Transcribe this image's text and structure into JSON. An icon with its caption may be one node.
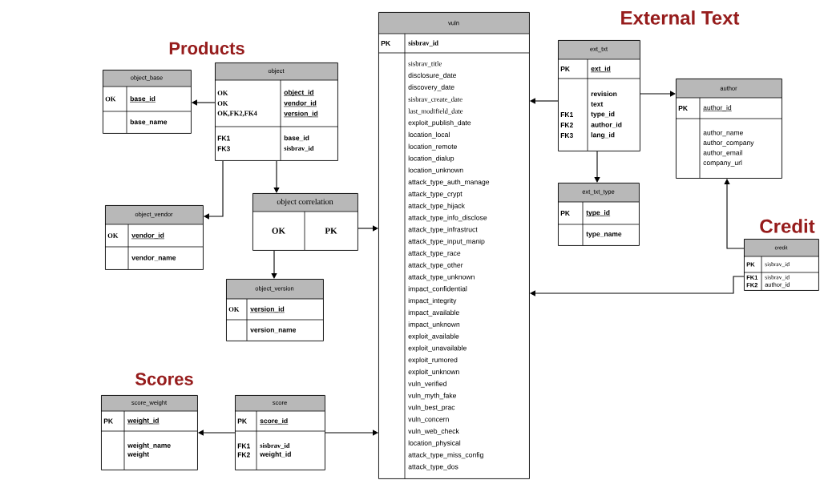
{
  "diagram": {
    "nodes": [
      {
        "text": [
          "object_base",
          "OK",
          "base_id",
          "base_name"
        ]
      },
      {
        "text": [
          "object",
          "OK",
          "OK",
          "OK,FK2,FK4",
          "object_id",
          "vendor_id",
          "version_id",
          "FK1",
          "FK3",
          "base_id",
          "sisbrav_id"
        ]
      },
      {
        "text": [
          "object_vendor",
          "OK",
          "vendor_id",
          "vendor_name"
        ]
      },
      {
        "text": [
          "object correlation",
          "OK",
          "PK"
        ]
      },
      {
        "text": [
          "object_version",
          "OK",
          "version_id",
          "version_name"
        ]
      },
      {
        "text": [
          "vuln",
          "PK",
          "sisbrav_id",
          "sisbrav_title",
          "disclosure_date",
          "discovery_date",
          "sisbrav_create_date",
          "last_modifield_date",
          "exploit_publish_date",
          "location_local",
          "location_remote",
          "location_dialup",
          "location_unknown",
          "attack_type_auth_manage",
          "attack_type_crypt",
          "attack_type_hijack",
          "attack_type_info_disclose",
          "attack_type_infrastruct",
          "attack_type_input_manip",
          "attack_type_race",
          "attack_type_other",
          "attack_type_unknown",
          "impact_confidential",
          "impact_integrity",
          "impact_available",
          "impact_unknown",
          "exploit_available",
          "exploit_unavailable",
          "exploit_rumored",
          "exploit_unknown",
          "vuln_verified",
          "vuln_myth_fake",
          "vuln_best_prac",
          "vuln_concern",
          "vuln_web_check",
          "location_physical",
          "attack_type_miss_config",
          "attack_type_dos"
        ]
      },
      {
        "text": [
          "ext_txt",
          "PK",
          "ext_id",
          "FK1",
          "FK2",
          "FK3",
          "revision",
          "text",
          "type_id",
          "author_id",
          "lang_id"
        ]
      },
      {
        "text": [
          "ext_txt_type",
          "PK",
          "type_id",
          "type_name"
        ]
      },
      {
        "text": [
          "author",
          "PK",
          "author_id",
          "author_name",
          "author_company",
          "author_email",
          "company_url"
        ]
      },
      {
        "text": [
          "credit",
          "PK",
          "sisbrav_id",
          "FK1",
          "FK2",
          "sisbrav_id",
          "author_id"
        ]
      },
      {
        "text": [
          "score_weight",
          "PK",
          "weight_id",
          "weight_name",
          "weight"
        ]
      },
      {
        "text": [
          "score",
          "PK",
          "score_id",
          "FK1",
          "FK2",
          "sisbrav_id",
          "weight_id"
        ]
      }
    ],
    "edges": [
      {
        "from": 1,
        "to": 0,
        "arrow": "to"
      },
      {
        "from": 1,
        "to": 2,
        "arrow": "to"
      },
      {
        "from": 1,
        "to": 3,
        "arrow": "to"
      },
      {
        "from": 3,
        "to": 5,
        "arrow": "to"
      },
      {
        "from": 3,
        "to": 4,
        "arrow": "to"
      },
      {
        "from": 6,
        "to": 5,
        "arrow": "to"
      },
      {
        "from": 6,
        "to": 8,
        "arrow": "to"
      },
      {
        "from": 6,
        "to": 7,
        "arrow": "to"
      },
      {
        "from": 9,
        "to": 8,
        "arrow": "to"
      },
      {
        "from": 9,
        "to": 5,
        "arrow": "to"
      },
      {
        "from": 11,
        "to": 10,
        "arrow": "to"
      },
      {
        "from": 11,
        "to": 5,
        "arrow": "to"
      }
    ],
    "labels": [
      "External Text",
      "Products",
      "Credit",
      "Scores"
    ]
  }
}
